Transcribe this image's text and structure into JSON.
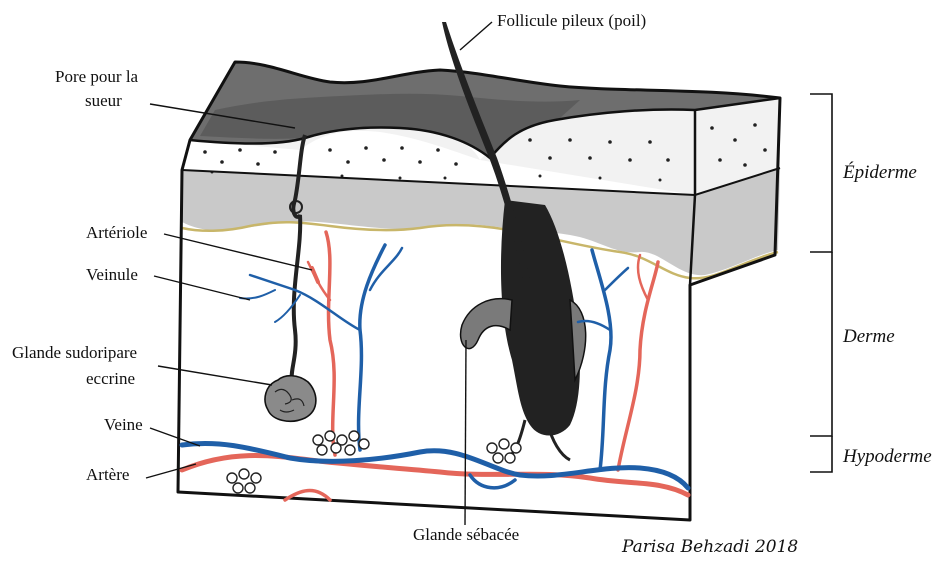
{
  "labels": {
    "follicle": "Follicule pileux (poil)",
    "pore_line1": "Pore pour la",
    "pore_line2": "sueur",
    "arteriole": "Artériole",
    "venule": "Veinule",
    "gland_line1": "Glande sudoripare",
    "gland_line2": "eccrine",
    "vein": "Veine",
    "artery": "Artère",
    "sebaceous": "Glande sébacée"
  },
  "layers": {
    "epidermis": "Épiderme",
    "dermis": "Derme",
    "hypodermis": "Hypoderme"
  },
  "signature": "Parisa Behzadi 2018",
  "colors": {
    "vein_blue": "#1f5fa8",
    "artery_red": "#e4665a",
    "epidermis_top_gray": "#6e6e6e",
    "epidermis_band_gray": "#c9c9c9",
    "hair_black": "#222222"
  }
}
